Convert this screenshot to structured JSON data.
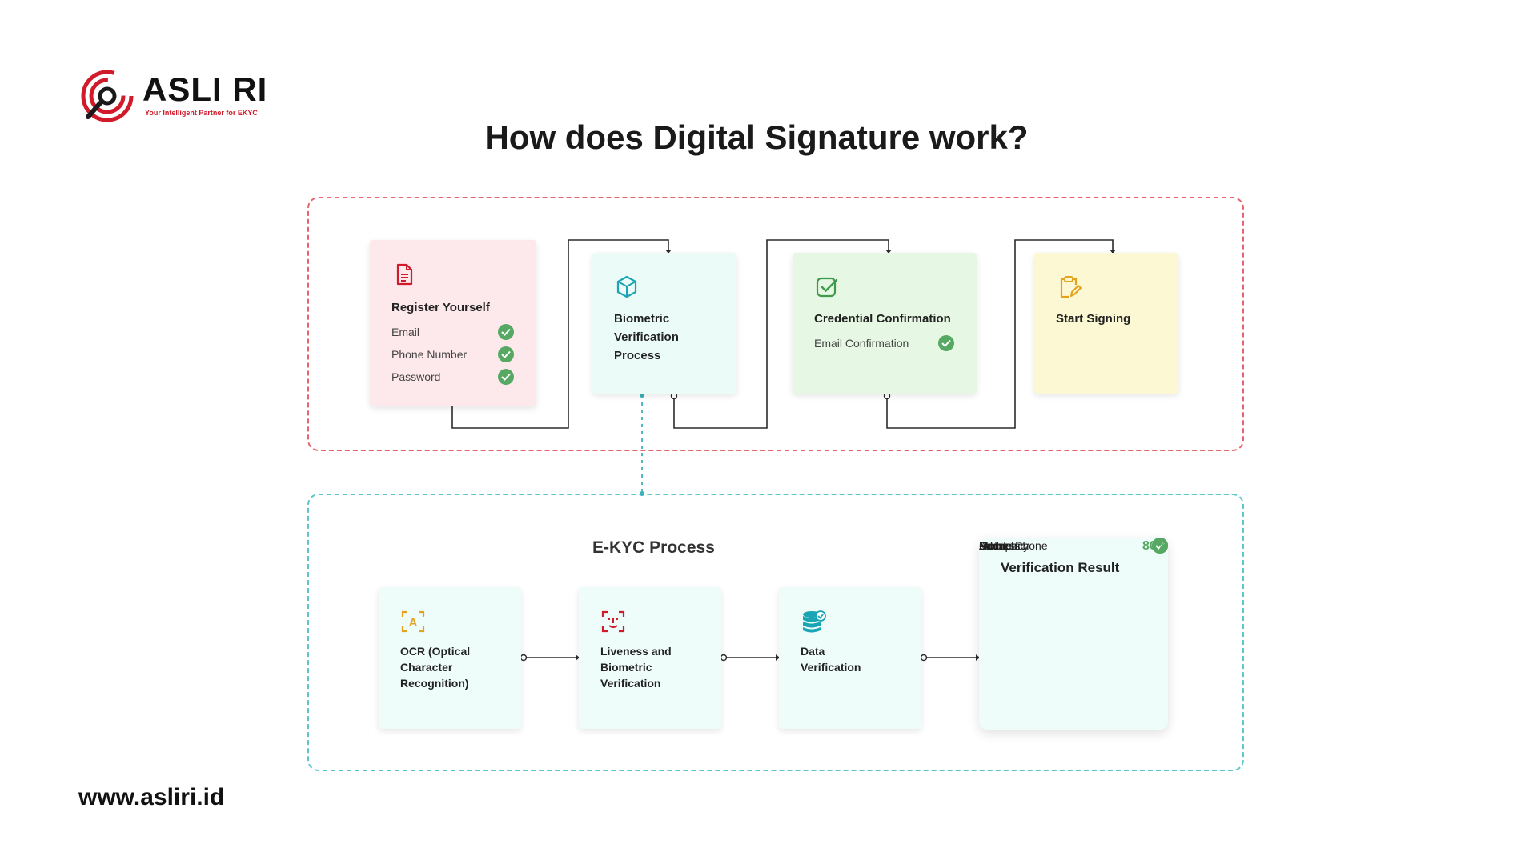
{
  "brand": {
    "name": "ASLI RI",
    "tagline": "Your Intelligent Partner for EKYC",
    "website": "www.asliri.id"
  },
  "title": "How does Digital Signature work?",
  "signing_flow": {
    "steps": [
      {
        "title": "Register Yourself",
        "icon": "document-icon",
        "items": [
          {
            "label": "Email",
            "status": "checked"
          },
          {
            "label": "Phone Number",
            "status": "checked"
          },
          {
            "label": "Password",
            "status": "checked"
          }
        ]
      },
      {
        "title_lines": [
          "Biometric",
          "Verification",
          "Process"
        ],
        "icon": "cube-icon"
      },
      {
        "title": "Credential Confirmation",
        "icon": "checkbox-icon",
        "items": [
          {
            "label": "Email Confirmation",
            "status": "checked"
          }
        ]
      },
      {
        "title": "Start Signing",
        "icon": "clipboard-edit-icon"
      }
    ]
  },
  "ekyc": {
    "title": "E-KYC Process",
    "steps": [
      {
        "title_lines": [
          "OCR (Optical",
          "Character",
          "Recognition)"
        ],
        "icon": "ocr-scan-icon"
      },
      {
        "title_lines": [
          "Liveness and",
          "Biometric",
          "Verification"
        ],
        "icon": "face-scan-icon"
      },
      {
        "title_lines": [
          "Data",
          "Verification"
        ],
        "icon": "database-check-icon"
      }
    ],
    "result": {
      "title": "Verification Result",
      "items": [
        {
          "label": "Name",
          "status": "checked"
        },
        {
          "label": "Address",
          "status": "checked"
        },
        {
          "label": "Mobile Phone",
          "status": "checked"
        },
        {
          "label": "Occupacy",
          "status": "checked"
        },
        {
          "label": "Biometric",
          "value": "80%"
        }
      ]
    }
  },
  "colors": {
    "accent_red": "#d11b2a",
    "check_green": "#56a863",
    "frame_red": "#e46470",
    "frame_teal": "#5cc6cc"
  }
}
